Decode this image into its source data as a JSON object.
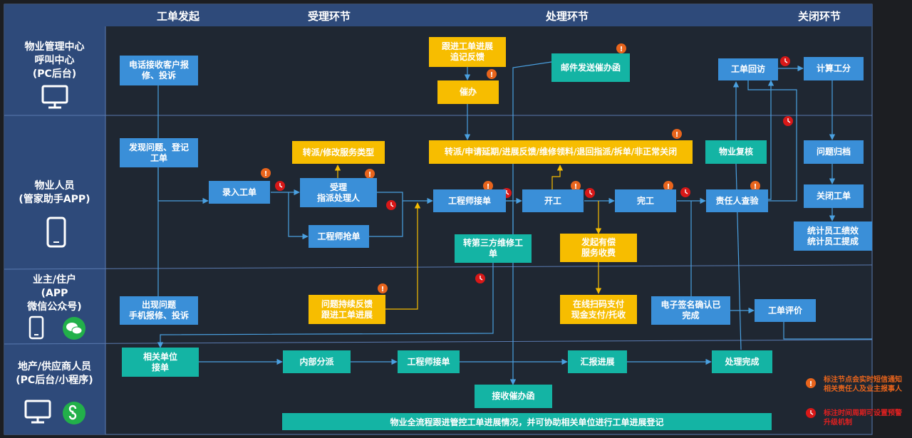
{
  "columns": {
    "initiate": "工单发起",
    "accept": "受理环节",
    "process": "处理环节",
    "close": "关闭环节"
  },
  "lanes": [
    {
      "label": "物业管理中心\n呼叫中心\n(PC后台)",
      "device": "monitor-icon"
    },
    {
      "label": "物业人员\n(管家助手APP)",
      "device": "phone-icon"
    },
    {
      "label": "业主/住户\n(APP\n微信公众号)",
      "device": "phone-icon",
      "extra": "wechat-icon"
    },
    {
      "label": "地产/供应商人员\n(PC后台/小程序)",
      "device": "monitor-icon",
      "extra": "miniprogram-icon"
    }
  ],
  "nodes": {
    "phone_report": "电话接收客户报\n修、投诉",
    "follow_progress": "跟进工单进展\n追记反馈",
    "urge": "催办",
    "email_urge": "邮件发送催办函",
    "ticket_revisit": "工单回访",
    "calc_score": "计算工分",
    "find_issue": "发现问题、登记\n工单",
    "modify_service": "转派/修改服务类型",
    "transfer_strip": "转派/申请延期/进展反馈/维修领料/退回指派/拆单/非正常关闭",
    "property_review": "物业复核",
    "archive": "问题归档",
    "enter_ticket": "录入工单",
    "accept_assign": "受理\n指派处理人",
    "engineer_receive": "工程师接单",
    "start_work": "开工",
    "complete": "完工",
    "owner_check": "责任人查验",
    "close_ticket": "关闭工单",
    "engineer_grab": "工程师抢单",
    "third_party": "转第三方维修工\n单",
    "paid_service": "发起有偿\n服务收费",
    "stats": "统计员工绩效\n统计员工提成",
    "owner_report": "出现问题\n手机报修、投诉",
    "owner_feedback": "问题持续反馈\n跟进工单进展",
    "online_pay": "在线扫码支付\n现金支付/托收",
    "e_sign": "电子签名确认已\n完成",
    "ticket_rating": "工单评价",
    "unit_receive": "相关单位\n接单",
    "internal_dispatch": "内部分派",
    "vendor_engineer_receive": "工程师接单",
    "report_progress": "汇报进展",
    "process_done": "处理完成",
    "receive_urge": "接收催办函",
    "bottom_banner": "物业全流程跟进管控工单进展情况，并可协助相关单位进行工单进展登记"
  },
  "legend": {
    "notify": "标注节点会实时短信通知\n相关责任人及业主报事人",
    "timer": "标注时间周期可设置预警\n升级机制"
  },
  "colors": {
    "background": "#1c1e22",
    "lane_bg": "#1f2732",
    "lane_label_bg": "#2e4a7a",
    "header_bg": "#2e4a7a",
    "blue": "#3a8fd8",
    "yellow": "#f7bd00",
    "teal": "#14b4a4",
    "notify": "#e8641c",
    "timer": "#d81818"
  }
}
